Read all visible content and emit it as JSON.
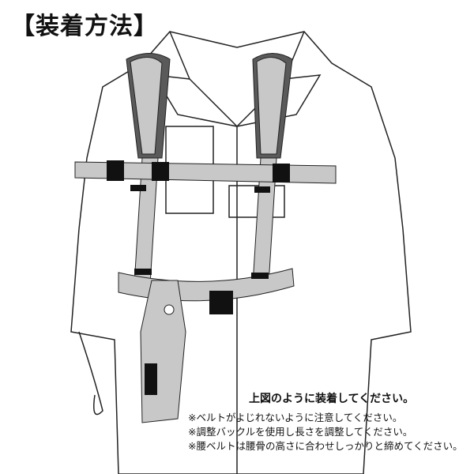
{
  "title": "【装着方法】",
  "instructions": {
    "main": "上図のように装着してください。",
    "notes": [
      "※ベルトがよじれないように注意してください。",
      "※調整バックルを使用し長さを調整してください。",
      "※腰ベルトは腰骨の高さに合わせしっかりと締めてください。"
    ]
  },
  "colors": {
    "strap": "#c8c8c8",
    "padding": "#5a5a5a",
    "buckle": "#111111",
    "outline": "#222222"
  }
}
